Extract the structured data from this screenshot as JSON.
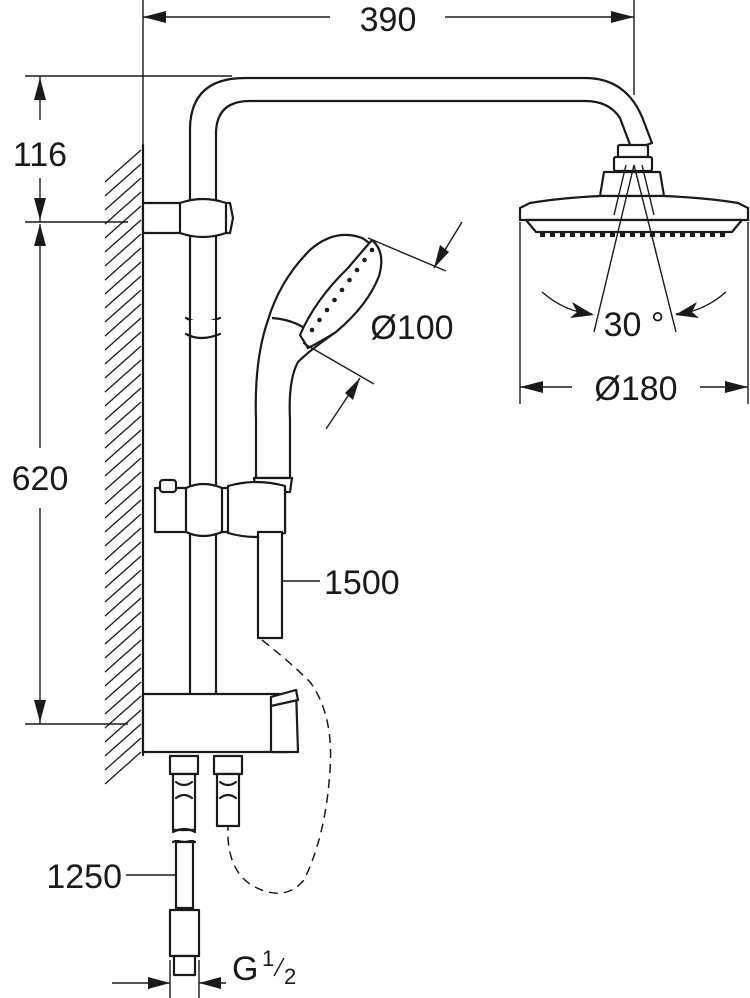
{
  "dimensions": {
    "total_width": "390",
    "top_height": "116",
    "rail_height": "620",
    "hand_shower_diameter": "Ø100",
    "head_shower_diameter": "Ø180",
    "spray_angle": "30 °",
    "shower_hose_length": "1500",
    "supply_hose_length": "1250",
    "connection_thread": "G",
    "thread_num": "1",
    "thread_den": "2"
  }
}
